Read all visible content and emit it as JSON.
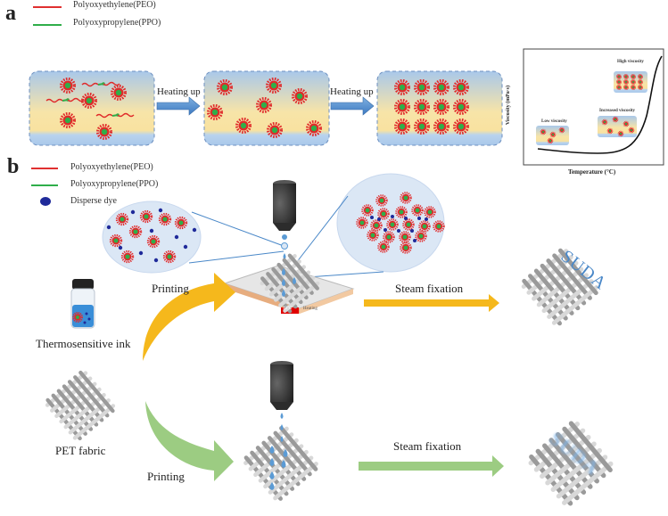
{
  "panel_a": {
    "letter": "a",
    "legend": [
      {
        "label": "Polyoxyethylene(PEO)",
        "color": "#e03030"
      },
      {
        "label": "Polyoxypropylene(PPO)",
        "color": "#2fae4a"
      }
    ],
    "steps": [
      {
        "state": "free unimers and micelles"
      },
      {
        "state": "dispersed micelles"
      },
      {
        "state": "packed micelles"
      }
    ],
    "arrow_labels": [
      "Heating up",
      "Heating up"
    ],
    "inset_chart": {
      "xlabel": "Temperature (°C)",
      "ylabel": "Viscosity (mPa·s)",
      "annotations": [
        "Low viscosity",
        "Increased viscosity",
        "High viscosity"
      ]
    }
  },
  "panel_b": {
    "letter": "b",
    "legend": [
      {
        "label": "Polyoxyethylene(PEO)",
        "color": "#e03030"
      },
      {
        "label": "Polyoxypropylene(PPO)",
        "color": "#2fae4a"
      },
      {
        "label": "Disperse dye",
        "color": "#1f2a9a"
      }
    ],
    "ink_label": "Thermosensitive ink",
    "fabric_label": "PET fabric",
    "printing_top": "Printing",
    "printing_bottom": "Printing",
    "heater_display": "40°C",
    "heater_label": "Heating",
    "steam_top": "Steam fixation",
    "steam_bottom": "Steam fixation",
    "result_text_top": "SUDA",
    "result_text_bottom": "SUDA",
    "colors": {
      "top_arrow": "#f5b81c",
      "bottom_arrow": "#9ccc82",
      "nozzle": "#3a3a3a",
      "drop": "#5b9bd5"
    }
  }
}
